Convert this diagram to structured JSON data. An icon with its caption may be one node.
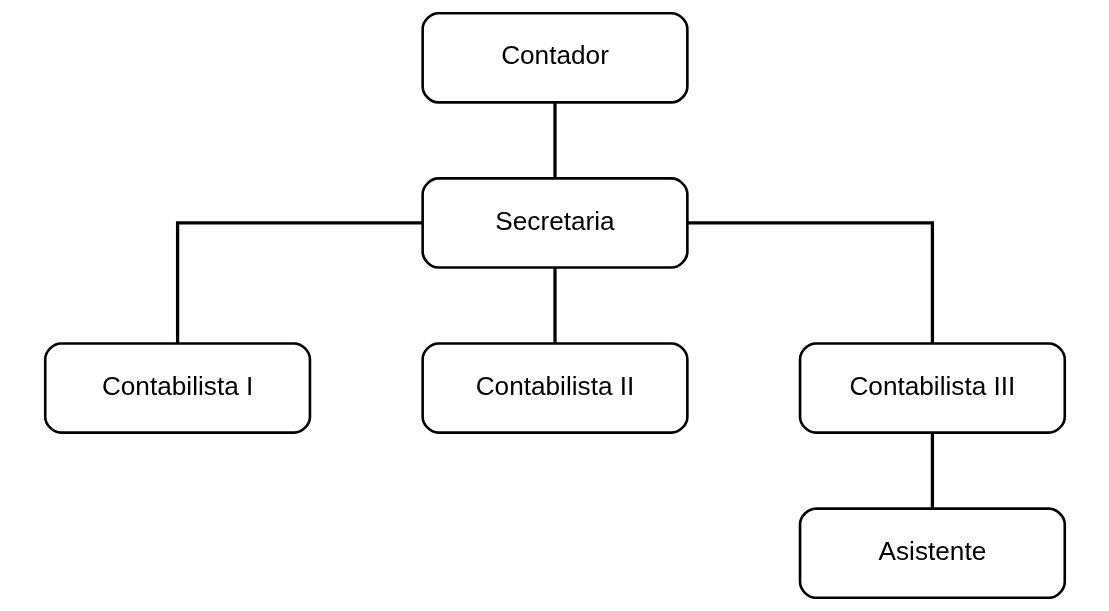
{
  "diagram": {
    "nodes": [
      {
        "text": [
          "Contador"
        ]
      },
      {
        "text": [
          "Secretaria"
        ]
      },
      {
        "text": [
          "Contabilista I"
        ]
      },
      {
        "text": [
          "Contabilista II"
        ]
      },
      {
        "text": [
          "Contabilista III"
        ]
      },
      {
        "text": [
          "Asistente"
        ]
      }
    ],
    "edges": [
      {
        "from": 0,
        "to": 1,
        "arrow": "none"
      },
      {
        "from": 1,
        "to": 2,
        "arrow": "none"
      },
      {
        "from": 1,
        "to": 3,
        "arrow": "none"
      },
      {
        "from": 1,
        "to": 4,
        "arrow": "none"
      },
      {
        "from": 4,
        "to": 5,
        "arrow": "none"
      }
    ]
  }
}
